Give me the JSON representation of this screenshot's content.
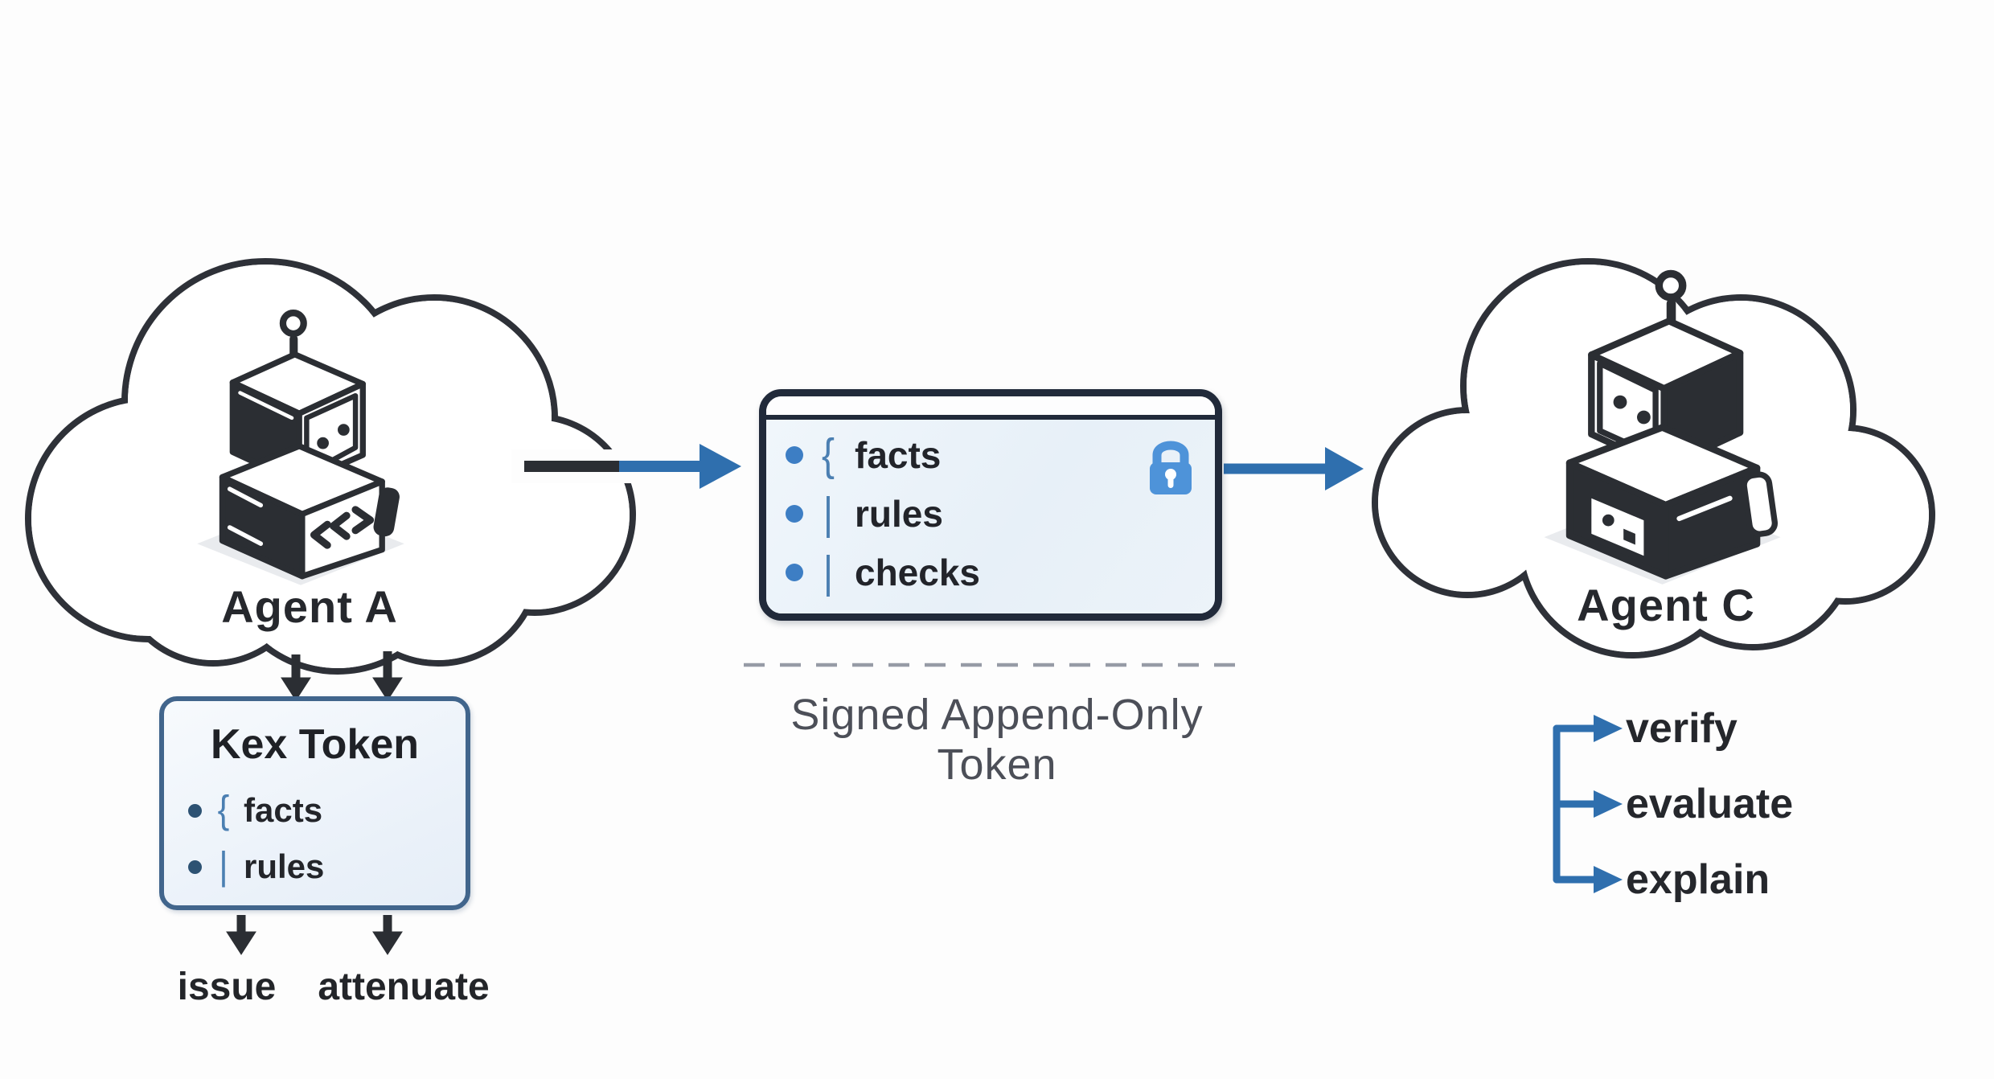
{
  "agents": {
    "a": {
      "label": "Agent A"
    },
    "c": {
      "label": "Agent C"
    }
  },
  "kex_box": {
    "title": "Kex Token",
    "items": [
      {
        "brace": "{",
        "label": "facts"
      },
      {
        "brace": "|",
        "label": "rules"
      }
    ]
  },
  "kex_actions": [
    "issue",
    "attenuate"
  ],
  "token_box": {
    "items": [
      {
        "brace": "{",
        "label": "facts"
      },
      {
        "brace": "|",
        "label": "rules"
      },
      {
        "brace": "|",
        "label": "checks"
      }
    ]
  },
  "token_caption": "Signed Append-Only Token",
  "agent_c_actions": [
    "verify",
    "evaluate",
    "explain"
  ],
  "icons": {
    "lock": "padlock",
    "bullet": "round-dot",
    "robot": "isometric-robot",
    "cloud": "cloud-outline"
  },
  "colors": {
    "background": "#fdfdfd",
    "outline_dark": "#2b2e33",
    "arrow_blue": "#2f6fae",
    "kex_border": "#41658c",
    "token_border": "#212a3a",
    "token_bg": "#e9f1f9",
    "lock_blue": "#4e93d9",
    "bullet_blue": "#3d7ec4",
    "bullet_dark": "#2d5273",
    "caption_gray": "#4c4f58",
    "dash_gray": "#969ba6",
    "text_dark": "#26282d"
  }
}
